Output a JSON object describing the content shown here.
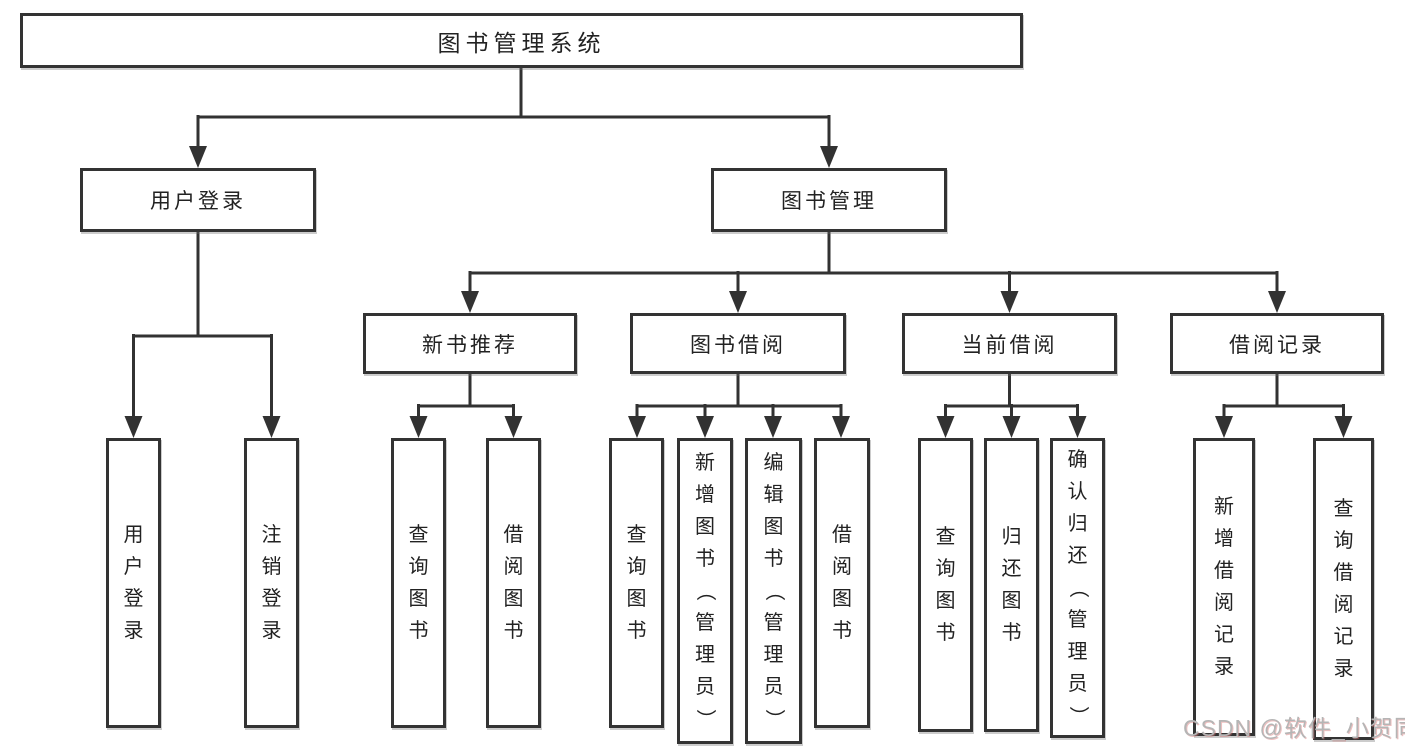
{
  "diagram": {
    "root": "图书管理系统",
    "login": {
      "label": "用户登录",
      "children": [
        "用户登录",
        "注销登录"
      ]
    },
    "mgmt": {
      "label": "图书管理",
      "modules": [
        {
          "label": "新书推荐",
          "children": [
            "查询图书",
            "借阅图书"
          ]
        },
        {
          "label": "图书借阅",
          "children": [
            "查询图书",
            "新增图书（管理员）",
            "编辑图书（管理员）",
            "借阅图书"
          ]
        },
        {
          "label": "当前借阅",
          "children": [
            "查询图书",
            "归还图书",
            "确认归还（管理员）"
          ]
        },
        {
          "label": "借阅记录",
          "children": [
            "新增借阅记录",
            "查询借阅记录"
          ]
        }
      ]
    }
  },
  "watermark": {
    "text": "CSDN @软件_小贺同学"
  },
  "colors": {
    "line": "#323232",
    "box_border": "#333333",
    "text": "#222222",
    "background": "#ffffff",
    "watermark": "#b5b5b5"
  }
}
